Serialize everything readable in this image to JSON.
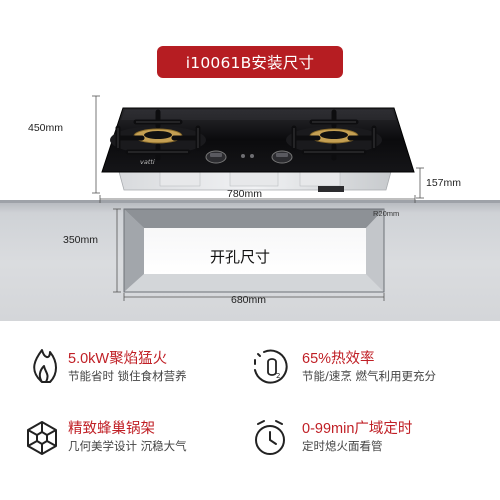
{
  "title": "i10061B安装尺寸",
  "dimensions": {
    "hob_height": "450mm",
    "hob_width": "780mm",
    "hob_depth": "157mm",
    "corner_radius": "R20mm",
    "cutout_height": "350mm",
    "cutout_width": "680mm",
    "cutout_label": "开孔尺寸"
  },
  "brand_mark": "vatti",
  "features": [
    {
      "icon": "flame-icon",
      "title": "5.0kW聚焰猛火",
      "desc": "节能省时  锁住食材营养"
    },
    {
      "icon": "efficiency-icon",
      "title": "65%热效率",
      "desc": "节能/速烹  燃气利用更充分"
    },
    {
      "icon": "honeycomb-cube-icon",
      "title": "精致蜂巢锅架",
      "desc": "几何美学设计  沉稳大气"
    },
    {
      "icon": "clock-icon",
      "title": "0-99min广域定时",
      "desc": "定时熄火面看管"
    }
  ],
  "colors": {
    "accent": "#b61d22",
    "glass": "#0b0b0d",
    "steel": "#c9ccd0"
  }
}
